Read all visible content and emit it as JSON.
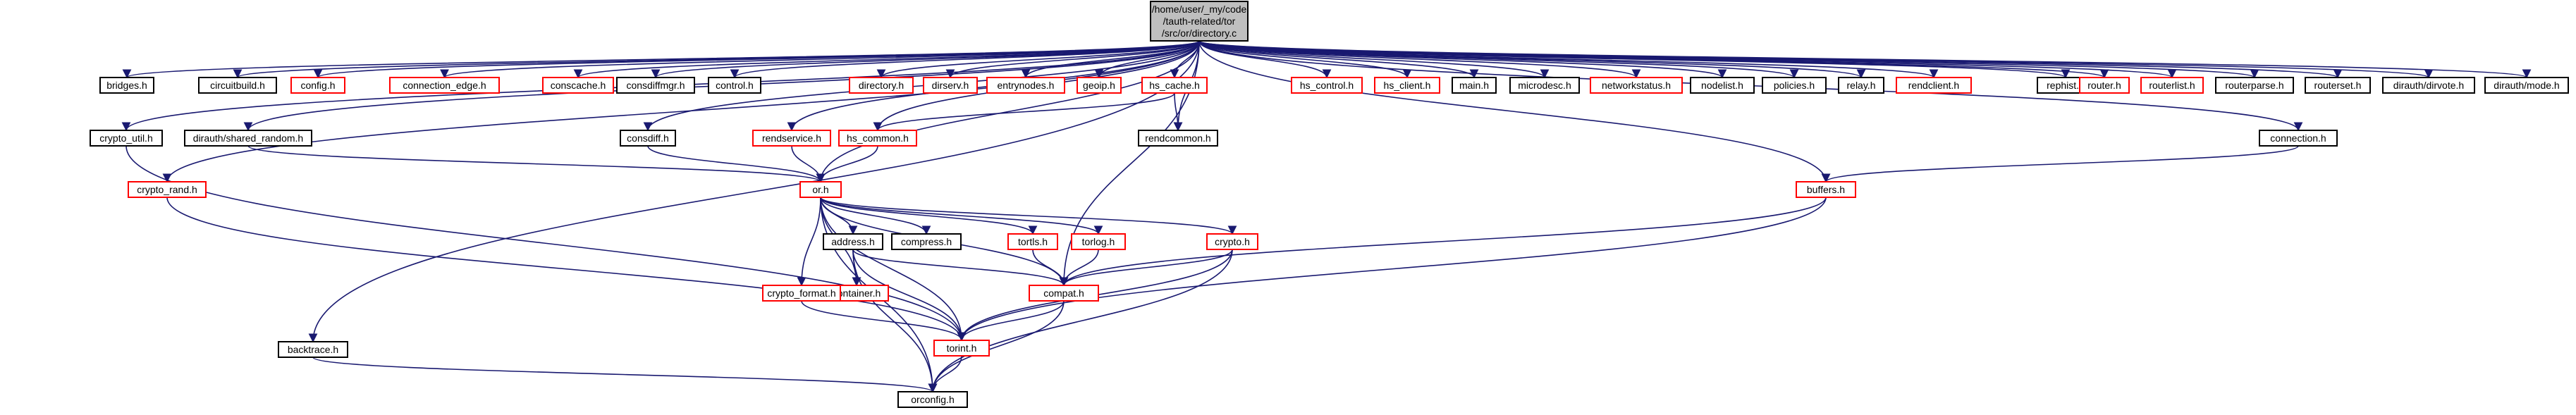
{
  "graph": {
    "root": {
      "id": "root",
      "lines": [
        "/home/user/_my/code",
        "/tauth-related/tor",
        "/src/or/directory.c"
      ]
    },
    "nodes": [
      {
        "id": "bridges",
        "label": "bridges.h",
        "color": "black"
      },
      {
        "id": "circuitbuild",
        "label": "circuitbuild.h",
        "color": "black"
      },
      {
        "id": "config",
        "label": "config.h",
        "color": "red"
      },
      {
        "id": "connection_edge",
        "label": "connection_edge.h",
        "color": "red"
      },
      {
        "id": "conscache",
        "label": "conscache.h",
        "color": "red"
      },
      {
        "id": "consdiffmgr",
        "label": "consdiffmgr.h",
        "color": "black"
      },
      {
        "id": "control",
        "label": "control.h",
        "color": "black"
      },
      {
        "id": "directory",
        "label": "directory.h",
        "color": "red"
      },
      {
        "id": "dirserv",
        "label": "dirserv.h",
        "color": "red"
      },
      {
        "id": "entrynodes",
        "label": "entrynodes.h",
        "color": "red"
      },
      {
        "id": "geoip",
        "label": "geoip.h",
        "color": "red"
      },
      {
        "id": "hs_cache",
        "label": "hs_cache.h",
        "color": "red"
      },
      {
        "id": "hs_control",
        "label": "hs_control.h",
        "color": "red"
      },
      {
        "id": "hs_client",
        "label": "hs_client.h",
        "color": "red"
      },
      {
        "id": "main",
        "label": "main.h",
        "color": "black"
      },
      {
        "id": "microdesc",
        "label": "microdesc.h",
        "color": "black"
      },
      {
        "id": "networkstatus",
        "label": "networkstatus.h",
        "color": "red"
      },
      {
        "id": "nodelist",
        "label": "nodelist.h",
        "color": "black"
      },
      {
        "id": "policies",
        "label": "policies.h",
        "color": "black"
      },
      {
        "id": "relay",
        "label": "relay.h",
        "color": "black"
      },
      {
        "id": "rendclient",
        "label": "rendclient.h",
        "color": "red"
      },
      {
        "id": "rephist",
        "label": "rephist.h",
        "color": "black"
      },
      {
        "id": "router",
        "label": "router.h",
        "color": "red"
      },
      {
        "id": "routerlist",
        "label": "routerlist.h",
        "color": "red"
      },
      {
        "id": "routerparse",
        "label": "routerparse.h",
        "color": "black"
      },
      {
        "id": "routerset",
        "label": "routerset.h",
        "color": "black"
      },
      {
        "id": "dirvote",
        "label": "dirauth/dirvote.h",
        "color": "black"
      },
      {
        "id": "dirmode",
        "label": "dirauth/mode.h",
        "color": "black"
      },
      {
        "id": "crypto_util",
        "label": "crypto_util.h",
        "color": "black"
      },
      {
        "id": "shared_random",
        "label": "dirauth/shared_random.h",
        "color": "black"
      },
      {
        "id": "consdiff",
        "label": "consdiff.h",
        "color": "black"
      },
      {
        "id": "rendservice",
        "label": "rendservice.h",
        "color": "red"
      },
      {
        "id": "hs_common",
        "label": "hs_common.h",
        "color": "red"
      },
      {
        "id": "rendcommon",
        "label": "rendcommon.h",
        "color": "black"
      },
      {
        "id": "connection",
        "label": "connection.h",
        "color": "black"
      },
      {
        "id": "crypto_rand",
        "label": "crypto_rand.h",
        "color": "red"
      },
      {
        "id": "or",
        "label": "or.h",
        "color": "red"
      },
      {
        "id": "buffers",
        "label": "buffers.h",
        "color": "red"
      },
      {
        "id": "address",
        "label": "address.h",
        "color": "black"
      },
      {
        "id": "compress",
        "label": "compress.h",
        "color": "black"
      },
      {
        "id": "torlog",
        "label": "torlog.h",
        "color": "red"
      },
      {
        "id": "tortls",
        "label": "tortls.h",
        "color": "red"
      },
      {
        "id": "crypto",
        "label": "crypto.h",
        "color": "red"
      },
      {
        "id": "container",
        "label": "container.h",
        "color": "red"
      },
      {
        "id": "crypto_format",
        "label": "crypto_format.h",
        "color": "red"
      },
      {
        "id": "compat",
        "label": "compat.h",
        "color": "red"
      },
      {
        "id": "backtrace",
        "label": "backtrace.h",
        "color": "black"
      },
      {
        "id": "torint",
        "label": "torint.h",
        "color": "red"
      },
      {
        "id": "orconfig",
        "label": "orconfig.h",
        "color": "black"
      }
    ],
    "edges": [
      [
        "root",
        "bridges"
      ],
      [
        "root",
        "circuitbuild"
      ],
      [
        "root",
        "config"
      ],
      [
        "root",
        "connection_edge"
      ],
      [
        "root",
        "conscache"
      ],
      [
        "root",
        "consdiffmgr"
      ],
      [
        "root",
        "control"
      ],
      [
        "root",
        "directory"
      ],
      [
        "root",
        "dirserv"
      ],
      [
        "root",
        "entrynodes"
      ],
      [
        "root",
        "geoip"
      ],
      [
        "root",
        "hs_cache"
      ],
      [
        "root",
        "hs_control"
      ],
      [
        "root",
        "hs_client"
      ],
      [
        "root",
        "main"
      ],
      [
        "root",
        "microdesc"
      ],
      [
        "root",
        "networkstatus"
      ],
      [
        "root",
        "nodelist"
      ],
      [
        "root",
        "policies"
      ],
      [
        "root",
        "relay"
      ],
      [
        "root",
        "rendclient"
      ],
      [
        "root",
        "rephist"
      ],
      [
        "root",
        "router"
      ],
      [
        "root",
        "routerlist"
      ],
      [
        "root",
        "routerparse"
      ],
      [
        "root",
        "routerset"
      ],
      [
        "root",
        "dirvote"
      ],
      [
        "root",
        "dirmode"
      ],
      [
        "root",
        "crypto_util"
      ],
      [
        "root",
        "shared_random"
      ],
      [
        "root",
        "consdiff"
      ],
      [
        "root",
        "rendservice"
      ],
      [
        "root",
        "hs_common"
      ],
      [
        "root",
        "rendcommon"
      ],
      [
        "root",
        "connection"
      ],
      [
        "root",
        "crypto_rand"
      ],
      [
        "root",
        "or"
      ],
      [
        "root",
        "buffers"
      ],
      [
        "root",
        "compat"
      ],
      [
        "root",
        "backtrace"
      ],
      [
        "hs_cache",
        "hs_common"
      ],
      [
        "hs_cache",
        "rendcommon"
      ],
      [
        "crypto_util",
        "torint"
      ],
      [
        "shared_random",
        "or"
      ],
      [
        "consdiff",
        "or"
      ],
      [
        "rendservice",
        "or"
      ],
      [
        "hs_common",
        "or"
      ],
      [
        "connection",
        "buffers"
      ],
      [
        "crypto_rand",
        "torint"
      ],
      [
        "or",
        "address"
      ],
      [
        "or",
        "compress"
      ],
      [
        "or",
        "torlog"
      ],
      [
        "or",
        "tortls"
      ],
      [
        "or",
        "crypto"
      ],
      [
        "or",
        "container"
      ],
      [
        "or",
        "crypto_format"
      ],
      [
        "or",
        "compat"
      ],
      [
        "or",
        "torint"
      ],
      [
        "or",
        "orconfig"
      ],
      [
        "buffers",
        "compat"
      ],
      [
        "buffers",
        "torint"
      ],
      [
        "address",
        "container"
      ],
      [
        "address",
        "compat"
      ],
      [
        "address",
        "torint"
      ],
      [
        "address",
        "orconfig"
      ],
      [
        "torlog",
        "compat"
      ],
      [
        "tortls",
        "compat"
      ],
      [
        "crypto",
        "compat"
      ],
      [
        "crypto",
        "torint"
      ],
      [
        "crypto",
        "orconfig"
      ],
      [
        "crypto_format",
        "torint"
      ],
      [
        "compat",
        "torint"
      ],
      [
        "compat",
        "orconfig"
      ],
      [
        "backtrace",
        "orconfig"
      ],
      [
        "torint",
        "orconfig"
      ]
    ]
  }
}
